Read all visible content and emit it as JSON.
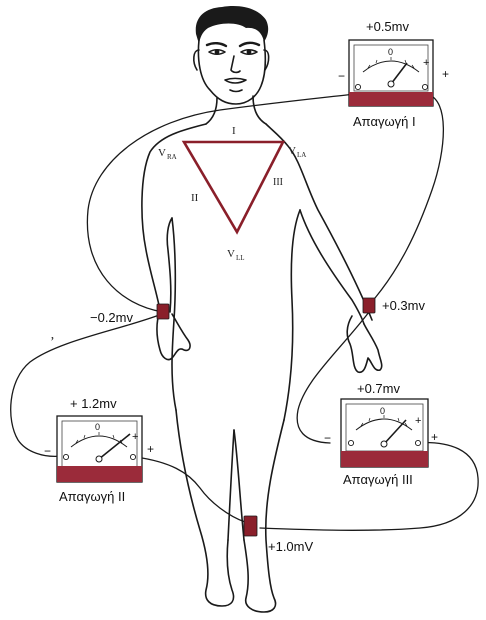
{
  "body": {
    "triangle": {
      "top_label": "I",
      "left_label": "II",
      "right_label": "III",
      "v_ra_main": "V",
      "v_ra_sub": "RA",
      "v_la_main": "V",
      "v_la_sub": "LA",
      "v_ll_main": "V",
      "v_ll_sub": "LL"
    },
    "electrodes": {
      "right_arm": "−0.2mv",
      "left_arm": "+0.3mv",
      "left_leg": "+1.0mV"
    },
    "stray_mark": "’"
  },
  "meters": [
    {
      "reading": "+0.5mv",
      "scale_zero": "0",
      "minus": "−",
      "plus_inner": "+",
      "plus_outer": "+",
      "caption": "Απαγωγή I"
    },
    {
      "reading": "+ 1.2mv",
      "scale_zero": "0",
      "minus": "−",
      "plus_inner": "+",
      "plus_outer": "+",
      "caption": "Απαγωγή II"
    },
    {
      "reading": "+0.7mv",
      "scale_zero": "0",
      "minus": "−",
      "plus_inner": "+",
      "plus_outer": "+",
      "caption": "Απαγωγή III"
    }
  ],
  "colors": {
    "electrode": "#8a1f2a",
    "meter_base": "#9b2b3a",
    "outline": "#1a1a1a"
  }
}
